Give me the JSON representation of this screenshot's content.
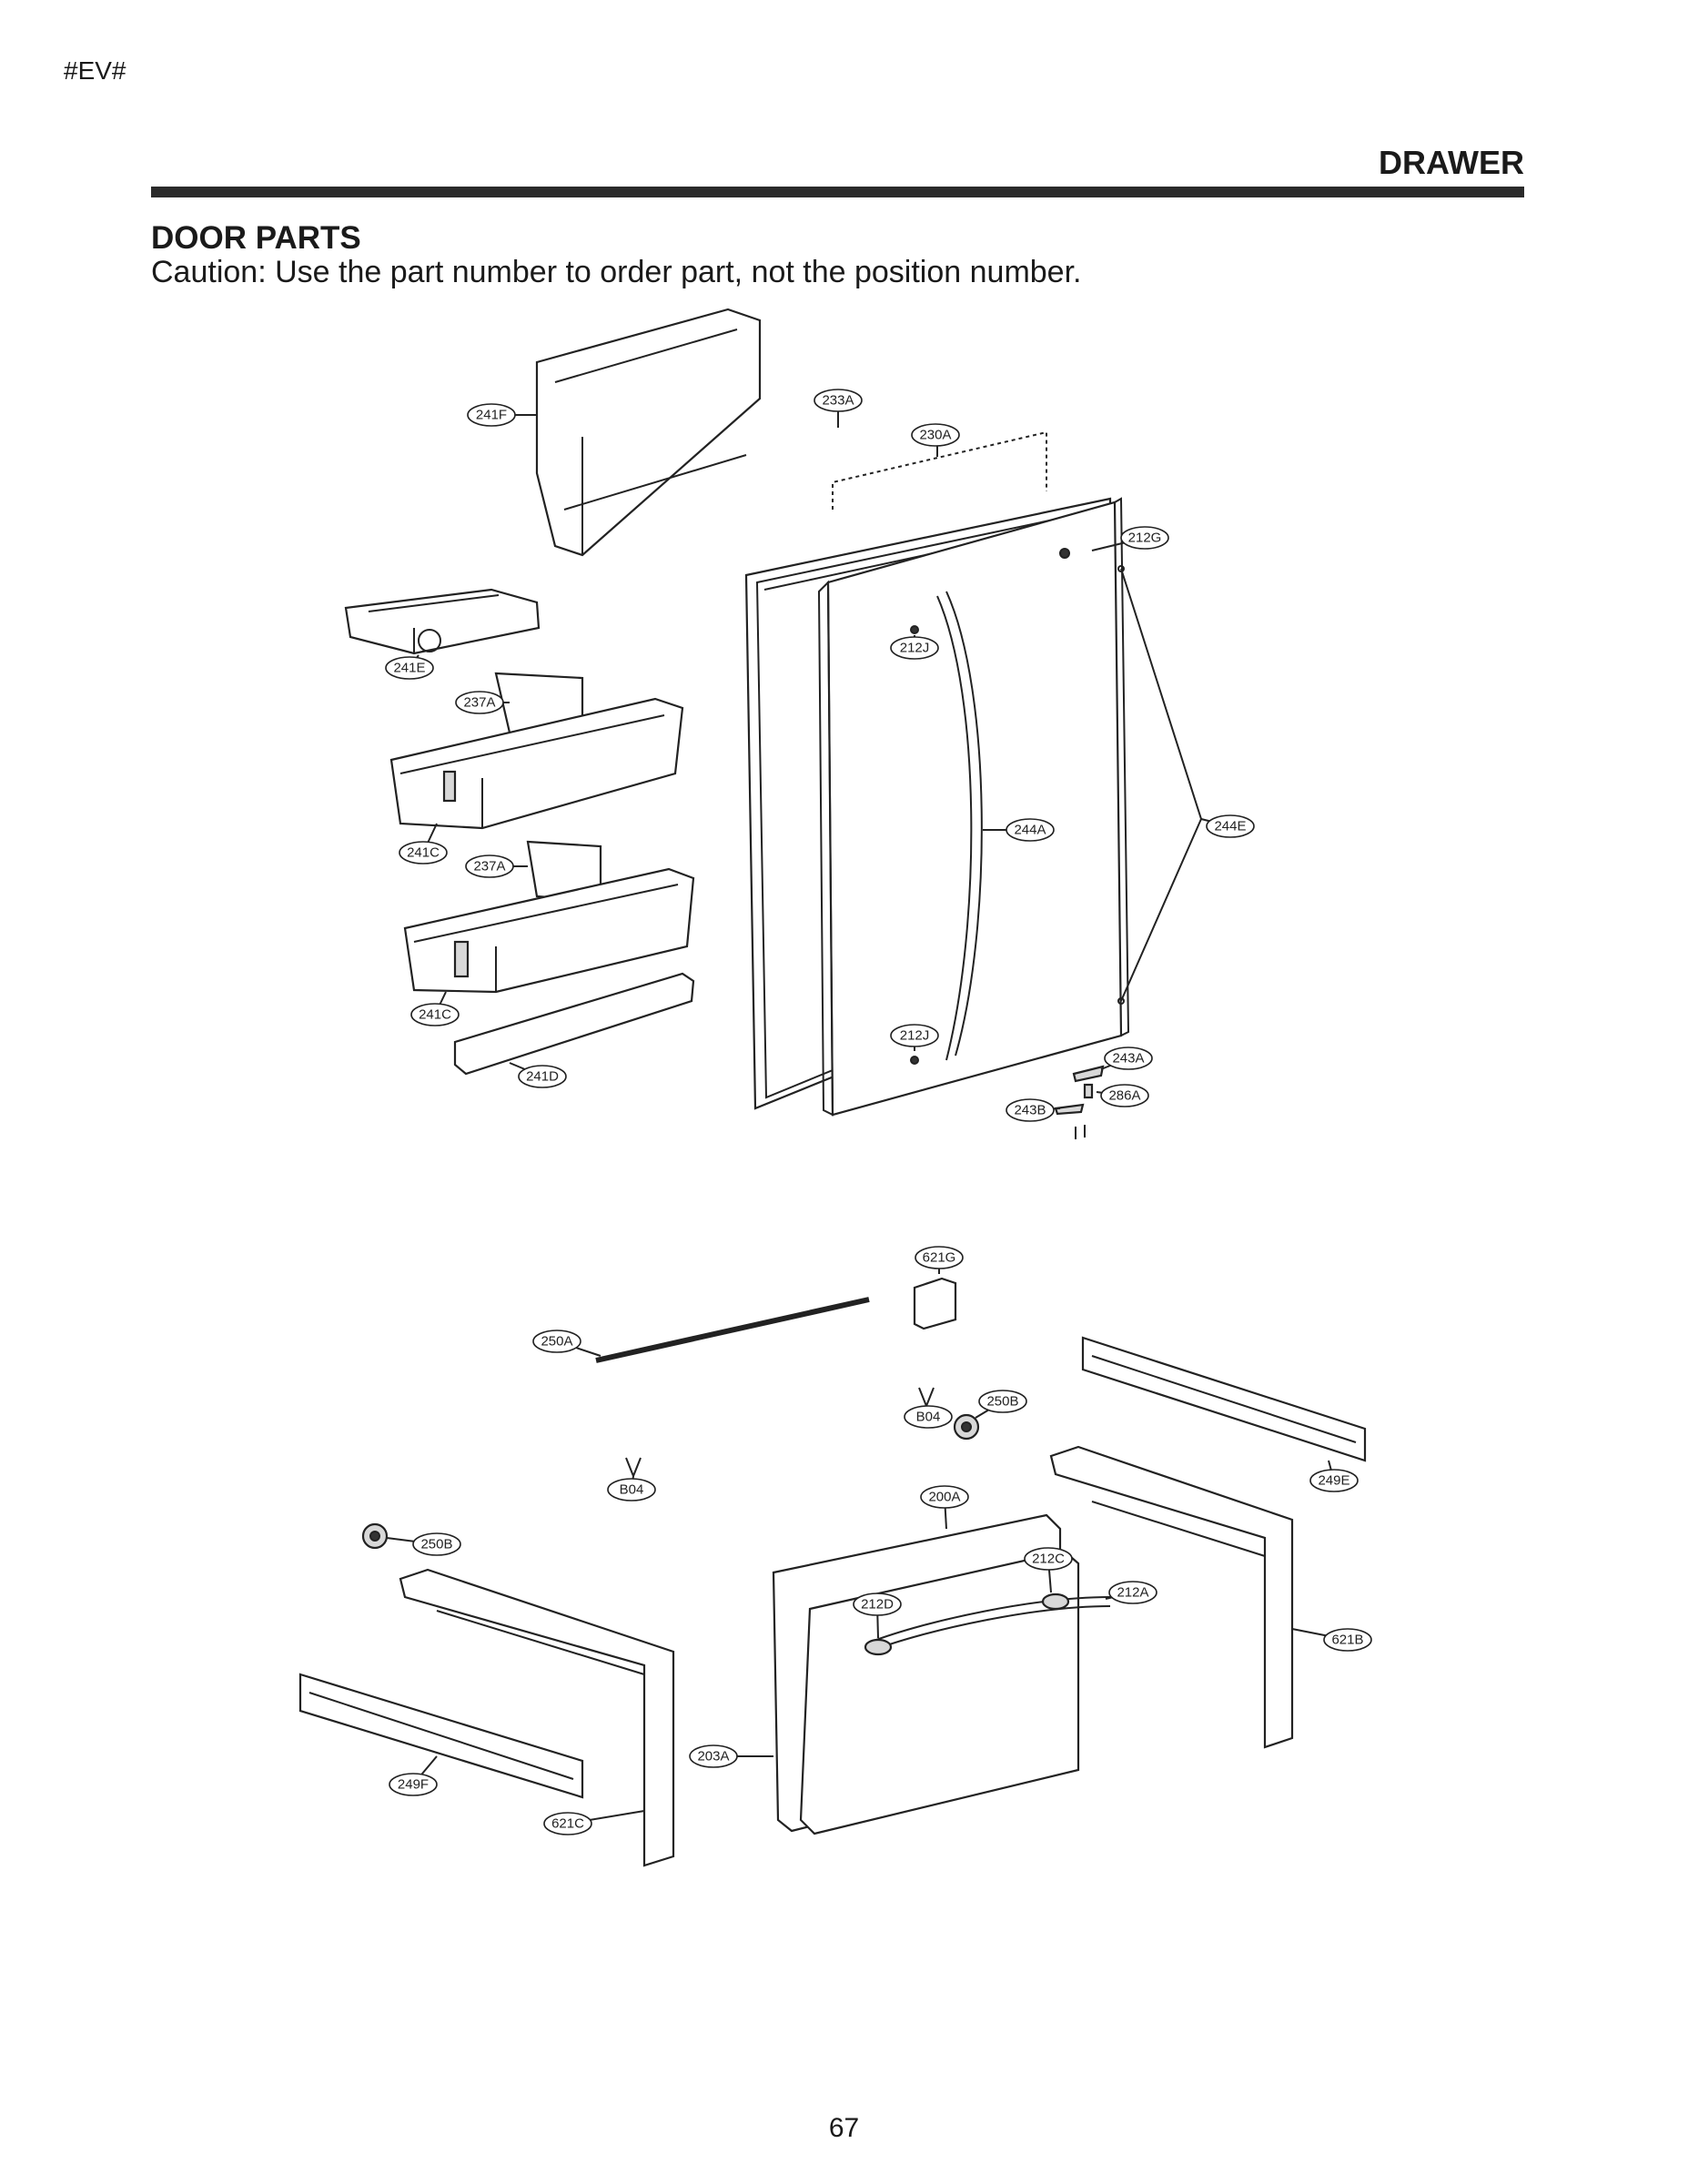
{
  "header": {
    "tag": "#EV#",
    "section": "DRAWER"
  },
  "title": "DOOR PARTS",
  "caution": "Caution: Use the part number to order part, not the position number.",
  "page_number": "67",
  "callouts": [
    {
      "id": "c230A",
      "label": "230A"
    },
    {
      "id": "c241F",
      "label": "241F"
    },
    {
      "id": "c233A",
      "label": "233A"
    },
    {
      "id": "c212G",
      "label": "212G"
    },
    {
      "id": "c212J_top",
      "label": "212J"
    },
    {
      "id": "c241E",
      "label": "241E"
    },
    {
      "id": "c237A_1",
      "label": "237A"
    },
    {
      "id": "c244A",
      "label": "244A"
    },
    {
      "id": "c244E",
      "label": "244E"
    },
    {
      "id": "c241C_1",
      "label": "241C"
    },
    {
      "id": "c237A_2",
      "label": "237A"
    },
    {
      "id": "c241C_2",
      "label": "241C"
    },
    {
      "id": "c212J_bot",
      "label": "212J"
    },
    {
      "id": "c243A",
      "label": "243A"
    },
    {
      "id": "c241D",
      "label": "241D"
    },
    {
      "id": "c286A",
      "label": "286A"
    },
    {
      "id": "c243B",
      "label": "243B"
    },
    {
      "id": "c621G",
      "label": "621G"
    },
    {
      "id": "c250A",
      "label": "250A"
    },
    {
      "id": "c250B_r",
      "label": "250B"
    },
    {
      "id": "cB04_r",
      "label": "B04"
    },
    {
      "id": "cB04_l",
      "label": "B04"
    },
    {
      "id": "c249E",
      "label": "249E"
    },
    {
      "id": "c200A",
      "label": "200A"
    },
    {
      "id": "c250B_l",
      "label": "250B"
    },
    {
      "id": "c212C",
      "label": "212C"
    },
    {
      "id": "c212A",
      "label": "212A"
    },
    {
      "id": "c212D",
      "label": "212D"
    },
    {
      "id": "c621B",
      "label": "621B"
    },
    {
      "id": "c203A",
      "label": "203A"
    },
    {
      "id": "c249F",
      "label": "249F"
    },
    {
      "id": "c621C",
      "label": "621C"
    }
  ]
}
